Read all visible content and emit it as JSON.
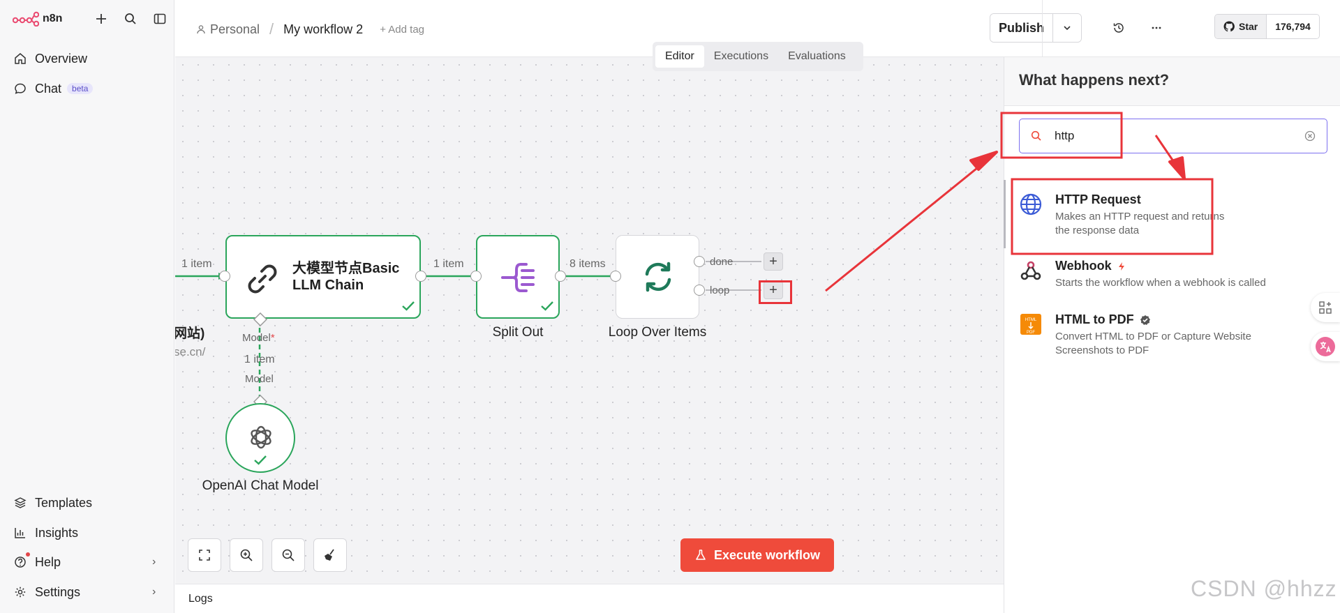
{
  "app": {
    "logo_text": "n8n"
  },
  "sidebar": {
    "top": [
      {
        "label": "Overview",
        "icon": "home-icon"
      },
      {
        "label": "Chat",
        "badge": "beta",
        "icon": "chat-icon"
      }
    ],
    "bottom": [
      {
        "label": "Templates",
        "icon": "templates-icon"
      },
      {
        "label": "Insights",
        "icon": "insights-icon"
      },
      {
        "label": "Help",
        "icon": "help-icon"
      },
      {
        "label": "Settings",
        "icon": "settings-icon"
      }
    ]
  },
  "header": {
    "breadcrumb_project": "Personal",
    "workflow_name": "My workflow 2",
    "add_tag": "+ Add tag",
    "tabs": [
      "Editor",
      "Executions",
      "Evaluations"
    ],
    "active_tab": "Editor",
    "publish_label": "Publish",
    "github_star_label": "Star",
    "github_star_count": "176,794"
  },
  "canvas": {
    "nodes": {
      "llm_chain": {
        "title_line1": "大模型节点Basic",
        "title_line2": "LLM Chain",
        "status": "success"
      },
      "split_out": {
        "title": "Split Out",
        "status": "success"
      },
      "loop": {
        "title": "Loop Over Items",
        "output_done": "done",
        "output_loop": "loop"
      },
      "openai": {
        "title": "OpenAI Chat Model",
        "status": "success"
      }
    },
    "partial_node": {
      "title_fragment": "网站)",
      "subtitle_fragment": "se.cn/"
    },
    "edge_labels": {
      "into_llm": "1 item",
      "llm_to_split": "1 item",
      "split_to_loop": "8 items",
      "model_items": "1 item"
    },
    "model_port_label": "Model",
    "model_required_mark": "*",
    "model_sub_label": "Model",
    "execute_label": "Execute workflow"
  },
  "logs_label": "Logs",
  "panel": {
    "title": "What happens next?",
    "search_value": "http",
    "results": [
      {
        "name": "HTTP Request",
        "description": "Makes an HTTP request and returns the response data",
        "icon": "globe-icon"
      },
      {
        "name": "Webhook",
        "description": "Starts the workflow when a webhook is called",
        "icon": "webhook-icon",
        "flag": "lightning-icon"
      },
      {
        "name": "HTML to PDF",
        "description": "Convert HTML to PDF or Capture Website Screenshots to PDF",
        "icon": "html-to-pdf-icon",
        "flag": "verified-badge-icon"
      }
    ]
  },
  "watermark": "CSDN @hhzz",
  "colors": {
    "accent": "#7c6ff0",
    "success": "#2aa55b",
    "execute": "#ef4b3b",
    "annotation": "#e8343a"
  }
}
